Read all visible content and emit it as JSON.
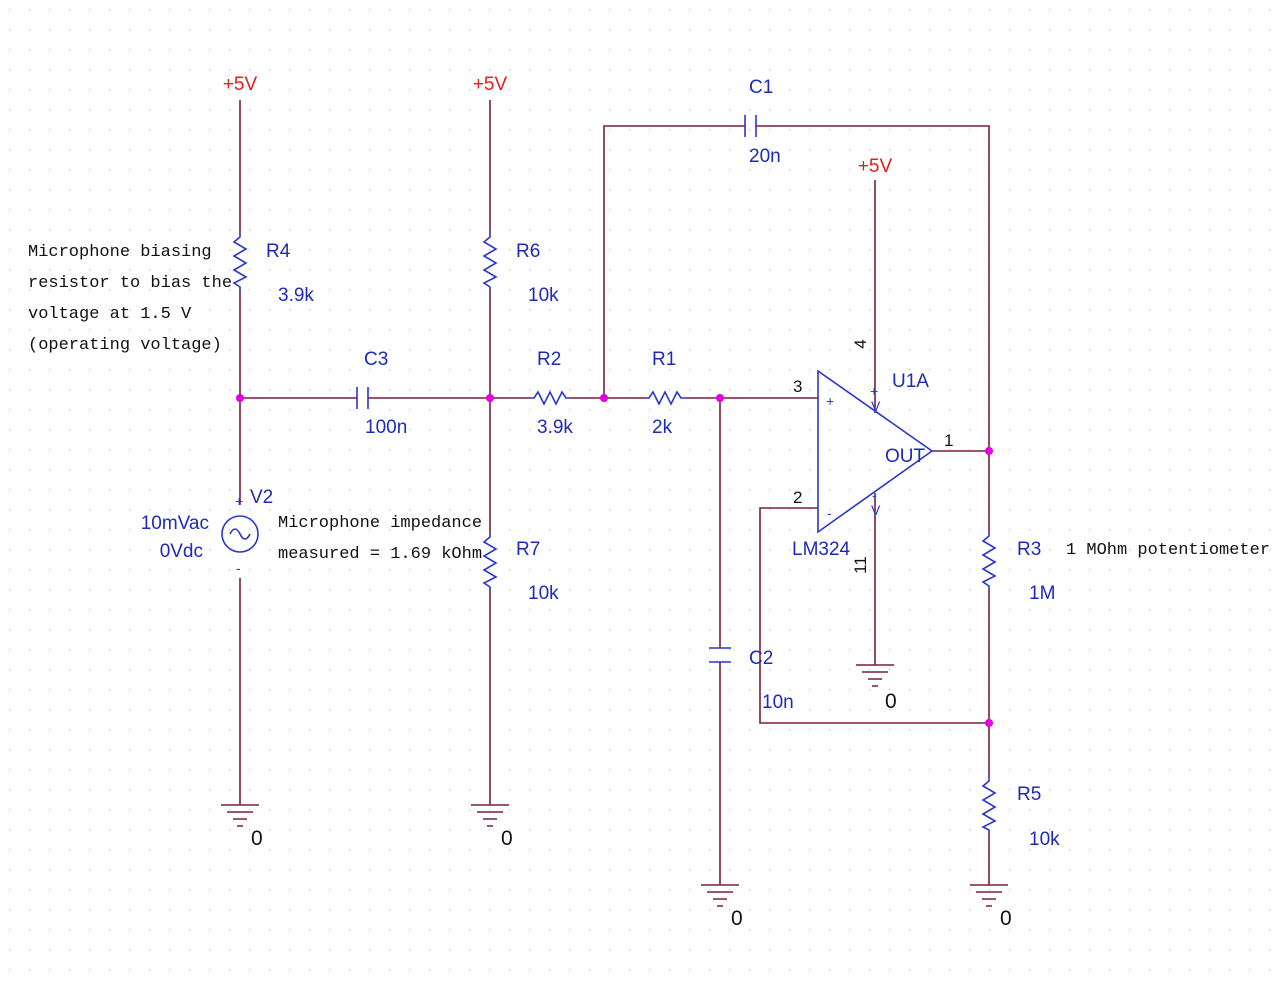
{
  "power": {
    "label": "+5V"
  },
  "ground": {
    "label": "0"
  },
  "components": {
    "r4": {
      "ref": "R4",
      "value": "3.9k"
    },
    "r6": {
      "ref": "R6",
      "value": "10k"
    },
    "r7": {
      "ref": "R7",
      "value": "10k"
    },
    "r2": {
      "ref": "R2",
      "value": "3.9k"
    },
    "r1": {
      "ref": "R1",
      "value": "2k"
    },
    "r3": {
      "ref": "R3",
      "value": "1M"
    },
    "r5": {
      "ref": "R5",
      "value": "10k"
    },
    "c1": {
      "ref": "C1",
      "value": "20n"
    },
    "c2": {
      "ref": "C2",
      "value": "10n"
    },
    "c3": {
      "ref": "C3",
      "value": "100n"
    },
    "v2": {
      "ref": "V2",
      "ac": "10mVac",
      "dc": "0Vdc"
    },
    "u1": {
      "ref": "U1A",
      "part": "LM324",
      "out": "OUT",
      "pin_noninv": "3",
      "pin_inv": "2",
      "pin_out": "1",
      "pin_vpos": "4",
      "pin_vneg": "11",
      "plus_sign": "+",
      "minus_sign": "-",
      "vpos_sign": "+",
      "vneg_sign": "-",
      "vpos_v": "V",
      "vneg_v": "V"
    }
  },
  "notes": {
    "bias": [
      "Microphone biasing",
      "resistor to bias the",
      "voltage at 1.5 V",
      "(operating voltage)"
    ],
    "impedance": [
      "Microphone impedance",
      "measured = 1.69 kOhm"
    ],
    "pot": "1 MOhm potentiometer"
  },
  "colors": {
    "wire": "#7a1f3d",
    "component": "#2a36c8",
    "label": "#1d2bb8",
    "power": "#e02020",
    "node": "#e000e0",
    "grid": "#c8c8c8"
  }
}
